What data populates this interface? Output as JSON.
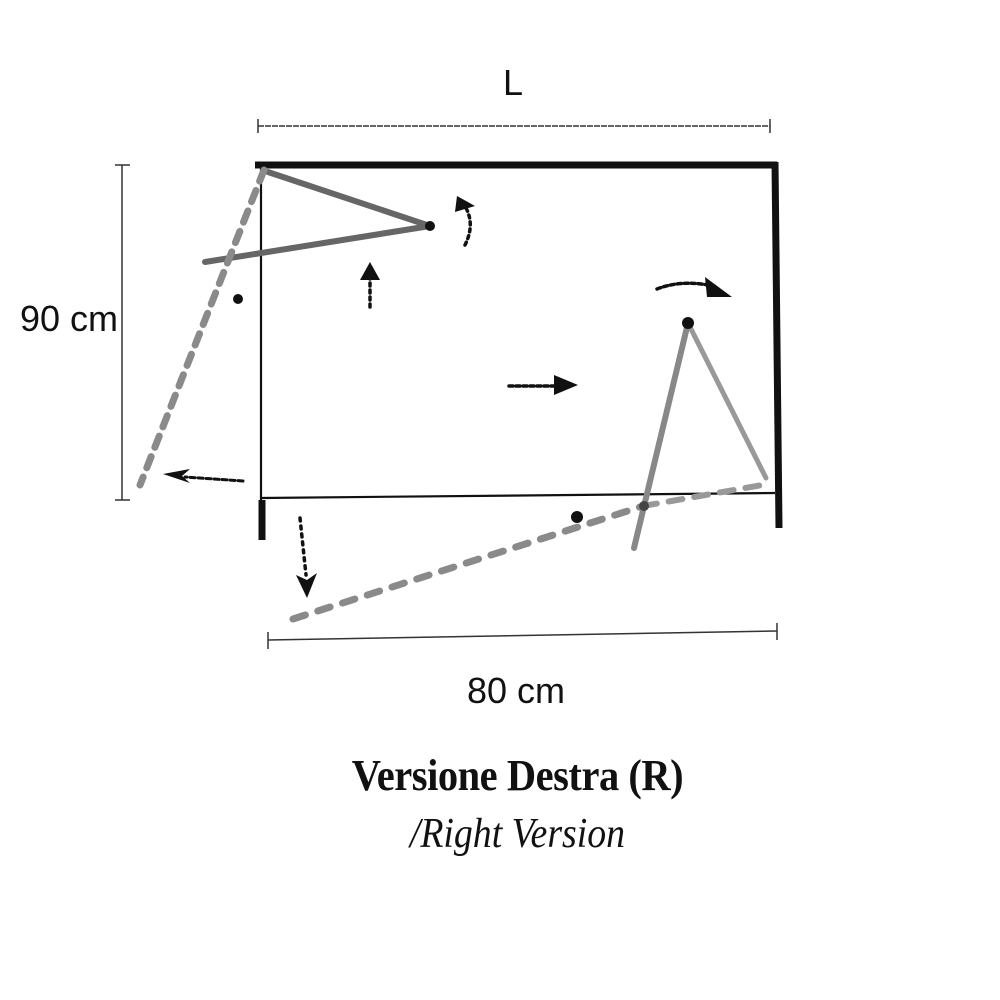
{
  "diagram": {
    "title": "Versione Destra (R)",
    "subtitle": "/Right Version",
    "dimensions": {
      "width_top_label": "L",
      "height_label": "90 cm",
      "width_bottom_label": "80 cm"
    },
    "colors": {
      "frame": "#111111",
      "panel_hatch": "#7a7a7a",
      "arrow": "#111111",
      "background": "#ffffff"
    },
    "elements": [
      "shower-frame",
      "fixed-left-panel-folded",
      "left-door-swing-path",
      "right-folding-door",
      "bottom-door-swing-path",
      "movement-arrows"
    ]
  }
}
